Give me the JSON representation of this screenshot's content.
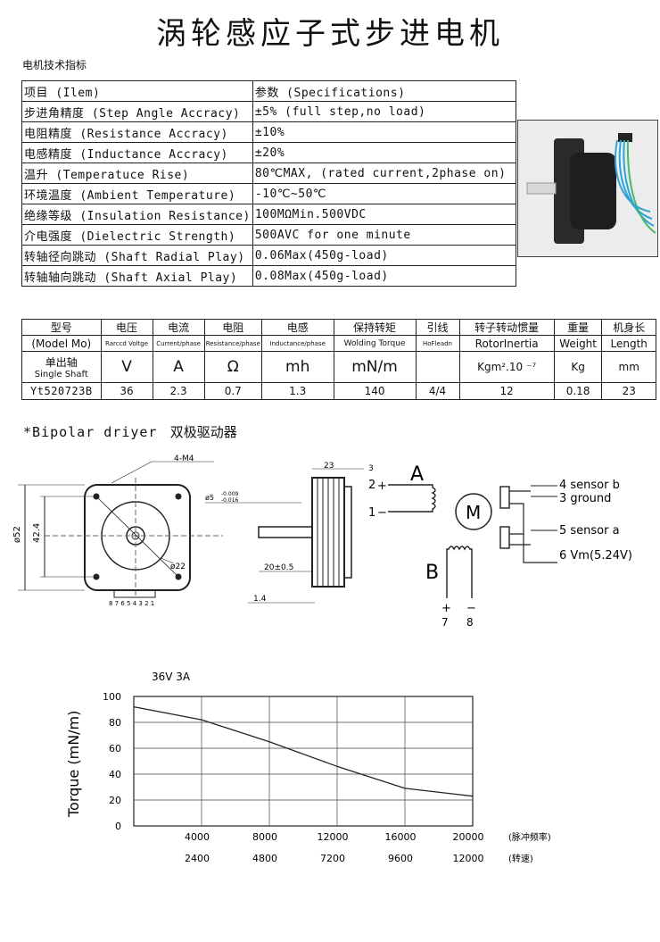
{
  "title": "涡轮感应子式步进电机",
  "subtitle": "电机技术指标",
  "spec_table": {
    "rows": [
      {
        "label": "项目 (Ilem)",
        "value": "参数 (Specifications)"
      },
      {
        "label": "步进角精度 (Step Angle Accracy)",
        "value": "±5% (full step,no load)"
      },
      {
        "label": "电阻精度 (Resistance Accracy)",
        "value": "±10%"
      },
      {
        "label": "电感精度 (Inductance Accracy)",
        "value": "±20%"
      },
      {
        "label": "温升 (Temperatuce Rise)",
        "value": "80℃MAX, (rated current,2phase on)"
      },
      {
        "label": "环境温度 (Ambient Temperature)",
        "value": "-10℃~50℃"
      },
      {
        "label": "绝缘等级 (Insulation Resistance)",
        "value": "100MΩMin.500VDC"
      },
      {
        "label": "介电强度 (Dielectric Strength)",
        "value": "500AVC for one minute"
      },
      {
        "label": "转轴径向跳动 (Shaft Radial Play)",
        "value": "0.06Max(450g-load)"
      },
      {
        "label": "转轴轴向跳动 (Shaft Axial Play)",
        "value": "0.08Max(450g-load)"
      }
    ]
  },
  "model_table": {
    "header_cn": [
      "型号",
      "电压",
      "电流",
      "电阻",
      "电感",
      "保持转矩",
      "引线",
      "转子转动惯量",
      "重量",
      "机身长"
    ],
    "header_en": [
      "(Model Mo)",
      "Rarccd Voltge",
      "Current/phase",
      "Resistance/phase",
      "Inductance/phase",
      "Wolding Torque",
      "HoFleadn",
      "RotorInertia",
      "Weight",
      "Length"
    ],
    "units_first": "单出轴",
    "units_first_2": "Single Shaft",
    "units": [
      "V",
      "A",
      "Ω",
      "mh",
      "mN/m",
      "",
      "Kgm².10 ⁻⁷",
      "Kg",
      "mm"
    ],
    "model": "Yt520723B",
    "values": [
      "36",
      "2.3",
      "0.7",
      "1.3",
      "140",
      "4/4",
      "12",
      "0.18",
      "23"
    ]
  },
  "bipolar": {
    "en": "*Bipolar driyer",
    "cn": "双极驱动器"
  },
  "drawing": {
    "m4": "4-M4",
    "dia52": "ø52",
    "dim424": "42.4",
    "dia22": "ø22",
    "shaft_dia": "ø5",
    "tol_top": "-0.009",
    "tol_bot": "-0.016",
    "len23": "23",
    "len3": "3",
    "len20": "20±0.5",
    "len14": "1.4",
    "pins": "8 7 6 5 4 3 2 1"
  },
  "wiring": {
    "phase_a": "A",
    "phase_b": "B",
    "pin2": "2",
    "pin1": "1",
    "pin7": "7",
    "pin8": "8",
    "plus": "+",
    "minus": "−",
    "motor": "M",
    "s4": "4 sensor  b",
    "s3": "3 ground",
    "s5": "5 sensor  a",
    "s6": "6 Vm(5.24V)"
  },
  "chart_data": {
    "type": "line",
    "title": "36V  3A",
    "ylabel": "Torque (mN/m)",
    "x": [
      0,
      4000,
      8000,
      12000,
      16000,
      20000
    ],
    "x_ticks": [
      "4000",
      "8000",
      "12000",
      "16000",
      "20000"
    ],
    "x2_ticks": [
      "2400",
      "4800",
      "7200",
      "9600",
      "12000"
    ],
    "x_unit": "(脉冲频率)",
    "x2_unit": "(转速)",
    "y": [
      92,
      82,
      65,
      46,
      29,
      23
    ],
    "y_ticks": [
      "100",
      "80",
      "60",
      "40",
      "20",
      "0"
    ],
    "xlim": [
      0,
      20000
    ],
    "ylim": [
      0,
      100
    ],
    "grid": true
  }
}
